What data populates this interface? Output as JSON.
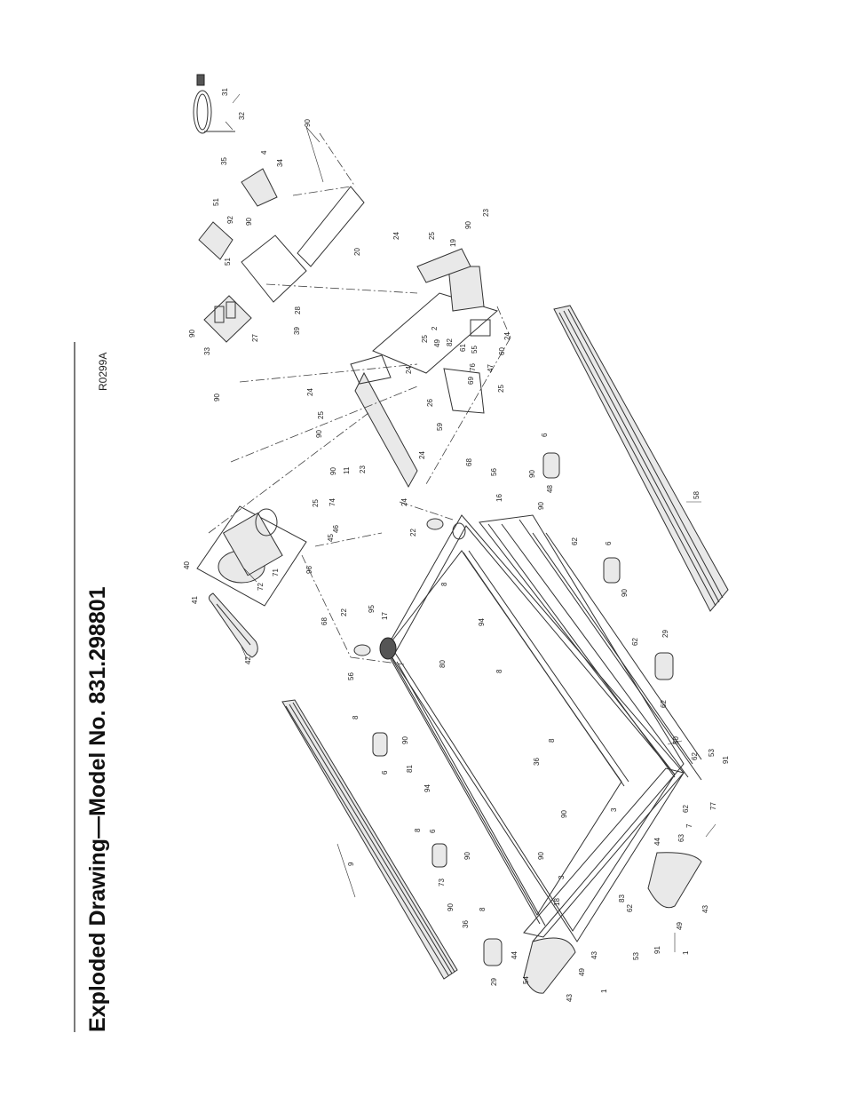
{
  "title": "Exploded Drawing—Model No. 831.298801",
  "drawing_ref": "R0299A",
  "parts": {
    "p1": "1",
    "p2": "2",
    "p3": "3",
    "p4": "4",
    "p6": "6",
    "p7": "7",
    "p8": "8",
    "p9": "9",
    "p11": "11",
    "p16": "16",
    "p17": "17",
    "p18": "18",
    "p19": "19",
    "p20": "20",
    "p22": "22",
    "p23": "23",
    "p24": "24",
    "p25": "25",
    "p26": "26",
    "p27": "27",
    "p28": "28",
    "p29": "29",
    "p31": "31",
    "p32": "32",
    "p33": "33",
    "p34": "34",
    "p35": "35",
    "p36": "36",
    "p39": "39",
    "p40": "40",
    "p41": "41",
    "p42": "42",
    "p43": "43",
    "p44": "44",
    "p45": "45",
    "p46": "46",
    "p47": "47",
    "p48": "48",
    "p49": "49",
    "p50": "50",
    "p51": "51",
    "p53": "53",
    "p54": "54",
    "p55": "55",
    "p56": "56",
    "p58": "58",
    "p59": "59",
    "p60": "60",
    "p61": "61",
    "p62": "62",
    "p63": "63",
    "p68": "68",
    "p69": "69",
    "p71": "71",
    "p72": "72",
    "p73": "73",
    "p74": "74",
    "p76": "76",
    "p77": "77",
    "p80": "80",
    "p81": "81",
    "p82": "82",
    "p83": "83",
    "p90": "90",
    "p91": "91",
    "p92": "92",
    "p94": "94",
    "p95": "95",
    "p96": "96"
  }
}
